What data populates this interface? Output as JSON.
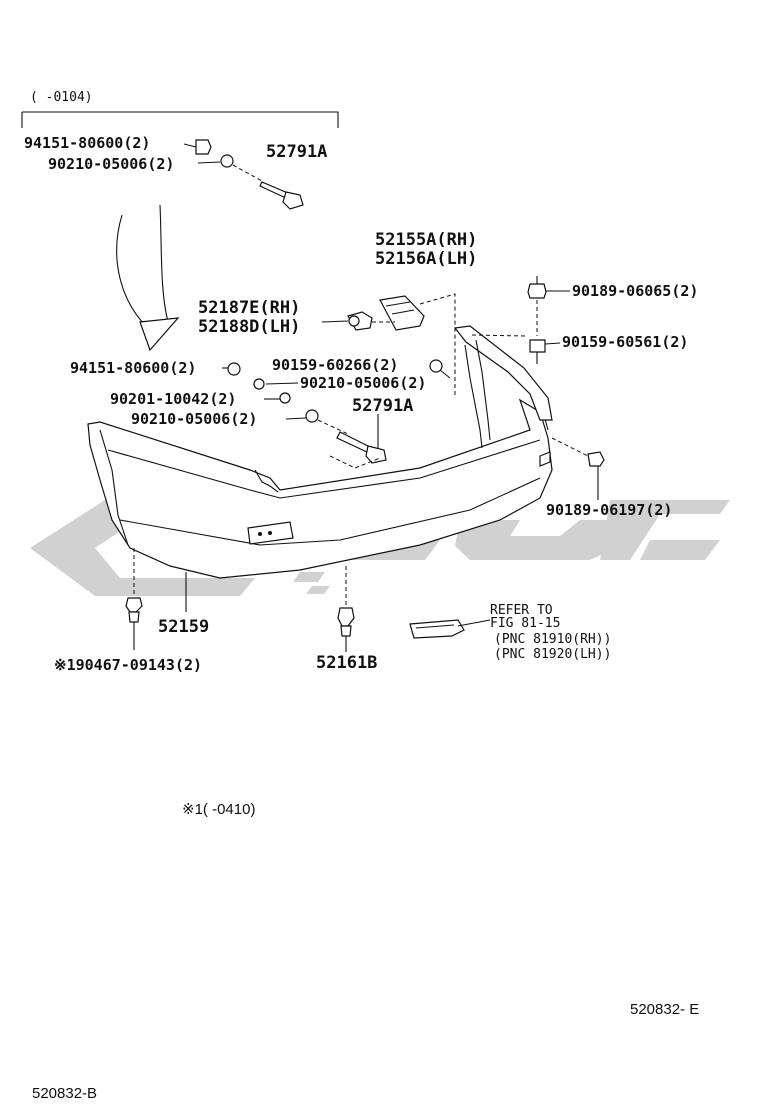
{
  "range_top": "(      -0104)",
  "parts": {
    "p94151_top": "94151-80600(2)",
    "p90210_top": "90210-05006(2)",
    "p52791A_top": "52791A",
    "p52155A": "52155A(RH)",
    "p52156A": "52156A(LH)",
    "p52187E": "52187E(RH)",
    "p52188D": "52188D(LH)",
    "p90189_06065": "90189-06065(2)",
    "p90159_60561": "90159-60561(2)",
    "p94151_mid": "94151-80600(2)",
    "p90159_60266": "90159-60266(2)",
    "p90210_mid1": "90210-05006(2)",
    "p90201": "90201-10042(2)",
    "p90210_mid2": "90210-05006(2)",
    "p52791A_mid": "52791A",
    "p90189_06197": "90189-06197(2)",
    "p52159": "52159",
    "p190467": "※190467-09143(2)",
    "p52161B": "52161B"
  },
  "refer": {
    "line1": "REFER TO",
    "line2": "FIG  81-15",
    "line3": "(PNC 81910(RH))",
    "line4": "(PNC 81920(LH))"
  },
  "footnote": "※1(      -0410)",
  "figure_code": "520832- E",
  "bottom_code": "520832-B",
  "colors": {
    "line": "#111111",
    "watermark": "#c8c8c8"
  }
}
